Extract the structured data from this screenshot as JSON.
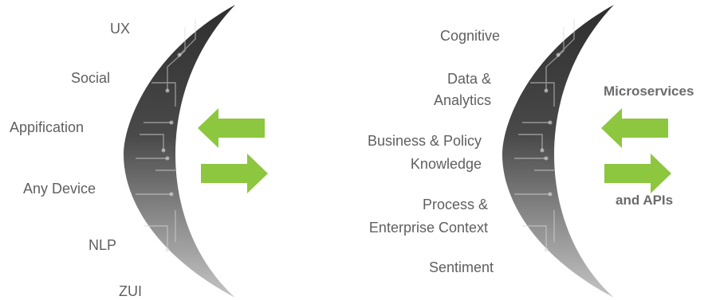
{
  "left_panel": {
    "labels": [
      "UX",
      "Social",
      "Appification",
      "Any Device",
      "NLP",
      "ZUI"
    ]
  },
  "right_panel": {
    "labels": [
      [
        "Cognitive"
      ],
      [
        "Data &",
        "Analytics"
      ],
      [
        "Business & Policy",
        "Knowledge"
      ],
      [
        "Process &",
        "Enterprise Context"
      ],
      [
        "Sentiment"
      ]
    ],
    "side_top": "Microservices",
    "side_bottom": "and APIs"
  },
  "colors": {
    "arrow_green": "#8dc63f",
    "crescent_dark": "#3a3a3a",
    "crescent_light": "#b5b5b5",
    "text": "#5f5f5f"
  },
  "icons": [
    "circuit-crescent-icon",
    "arrow-left-icon",
    "arrow-right-icon"
  ]
}
